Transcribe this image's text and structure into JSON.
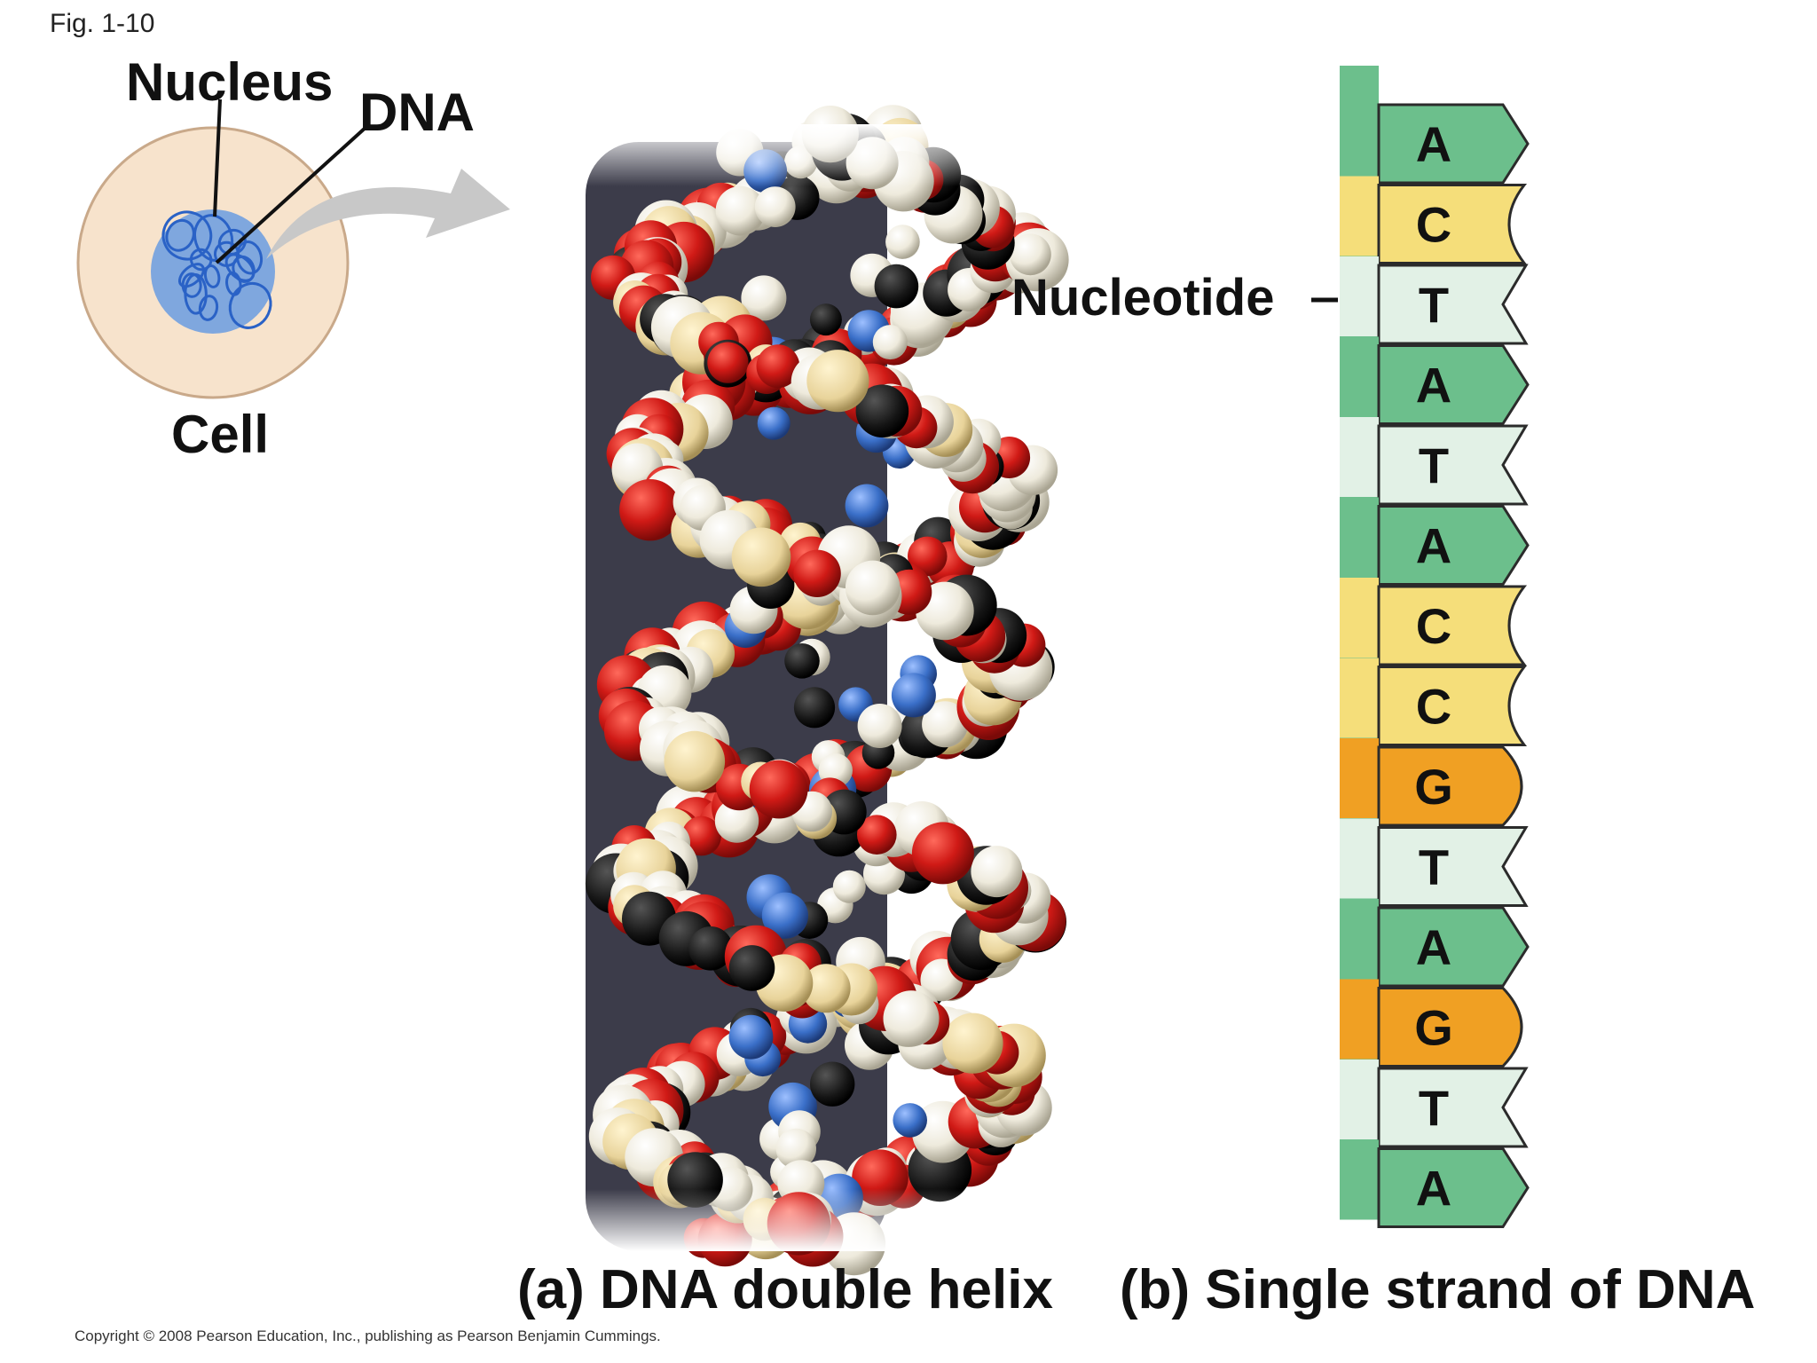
{
  "figure_label": "Fig. 1-10",
  "labels": {
    "nucleus": "Nucleus",
    "dna": "DNA",
    "cell": "Cell",
    "nucleotide": "Nucleotide"
  },
  "captions": {
    "a": "(a) DNA double helix",
    "b": "(b) Single strand of DNA"
  },
  "copyright": "Copyright © 2008 Pearson Education, Inc., publishing as Pearson Benjamin Cummings.",
  "strand": {
    "bases": [
      "A",
      "C",
      "T",
      "A",
      "T",
      "A",
      "C",
      "C",
      "G",
      "T",
      "A",
      "G",
      "T",
      "A"
    ]
  },
  "colors": {
    "A": "#6cbf8c",
    "C": "#f5de7a",
    "T": "#e2f1e6",
    "G": "#f0a023",
    "backbone": "#6cbf8c",
    "cell_fill": "#f7e3cc",
    "cell_stroke": "#c9a98a",
    "nucleus_fill": "#7fa7de",
    "nucleus_strands": "#2a62c6",
    "arrow": "#c8c8c8",
    "oxygen": "#d01a16",
    "hydrogen": "#f2efe6",
    "carbon": "#141414",
    "nitrogen": "#3a6fc8",
    "phosphorus": "#e8d39a"
  }
}
